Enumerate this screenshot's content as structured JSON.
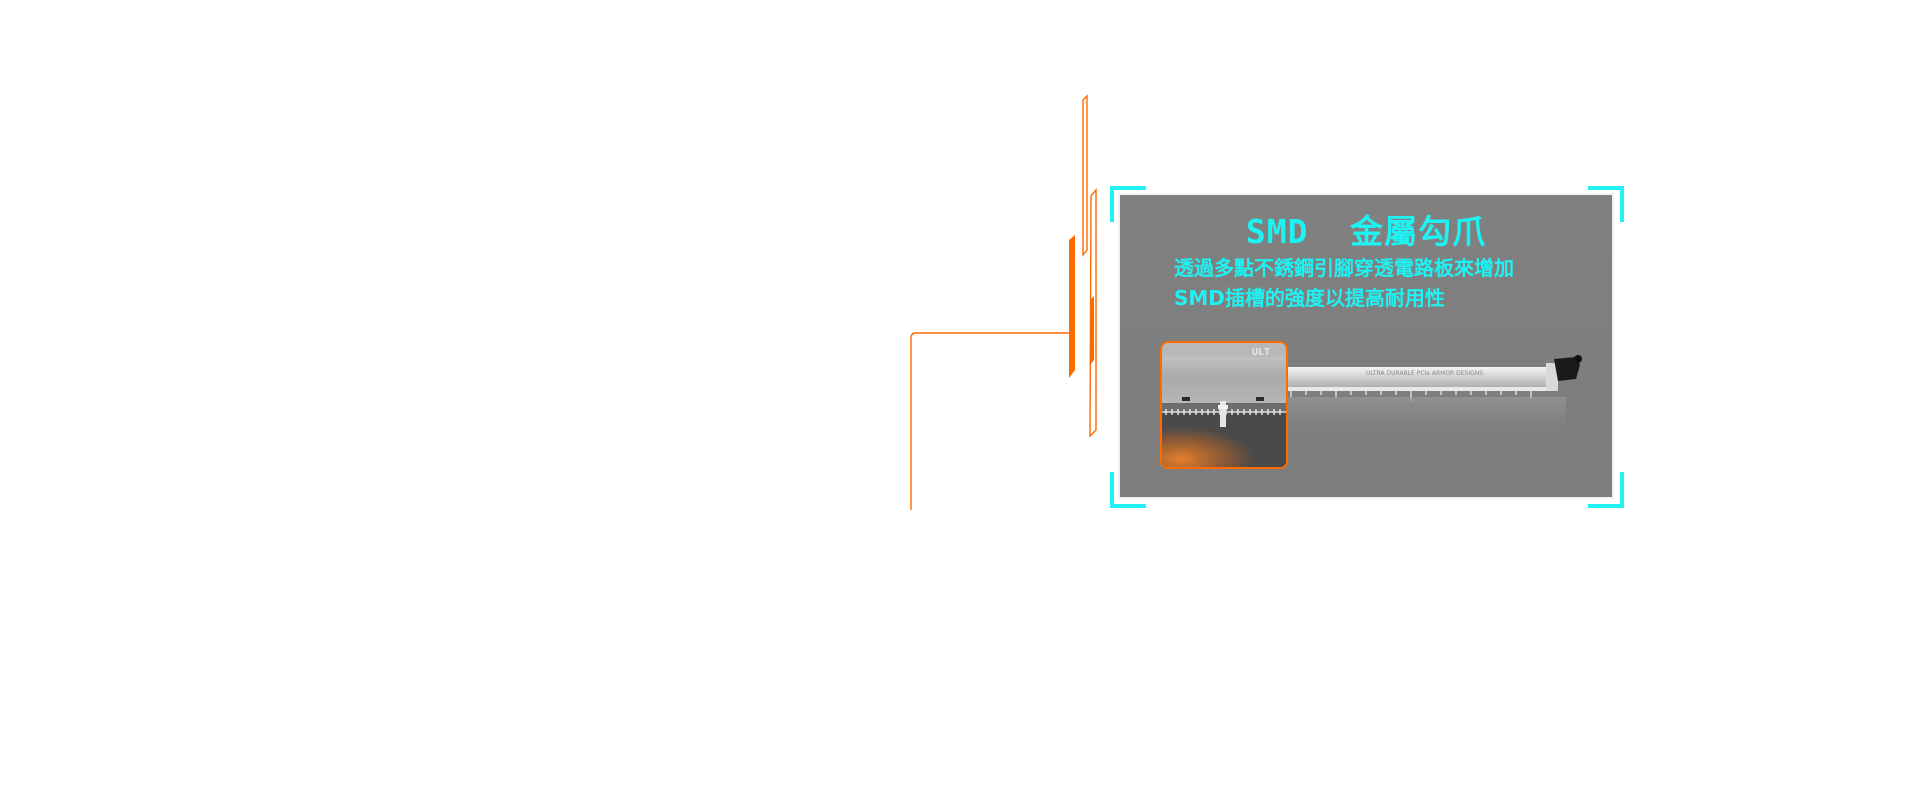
{
  "panel": {
    "title": "SMD  金屬勾爪",
    "description_lines": [
      "透過多點不銹鋼引腳穿透電路板來增加",
      "SMD插槽的強度以提高耐用性"
    ]
  },
  "product_image": {
    "zoom_label": "ULT",
    "slot_label": "ULTRA DURABLE PCIe ARMOR DESIGNS"
  },
  "colors": {
    "accent_cyan": "#1ef2f2",
    "accent_orange": "#ff6a00",
    "panel_gray": "#808080"
  }
}
